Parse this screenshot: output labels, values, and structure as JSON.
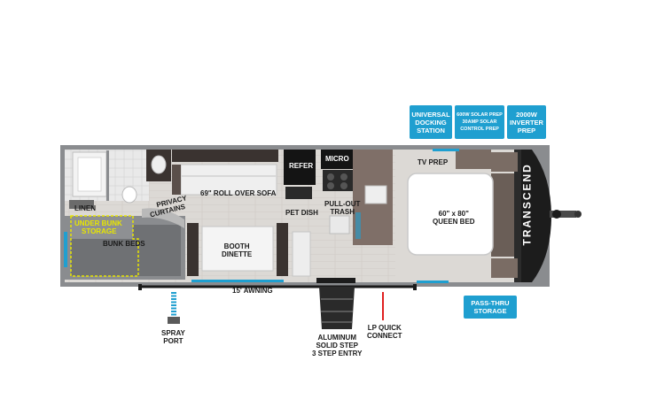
{
  "badges": {
    "universal_docking": [
      "UNIVERSAL",
      "DOCKING",
      "STATION"
    ],
    "solar_prep": [
      "600W SOLAR PREP",
      "30AMP SOLAR",
      "CONTROL PREP"
    ],
    "inverter_prep": [
      "2000W",
      "INVERTER",
      "PREP"
    ],
    "pass_thru": [
      "PASS-THRU",
      "STORAGE"
    ]
  },
  "rooms": {
    "linen": "LINEN",
    "under_bunk_storage": [
      "UNDER BUNK",
      "STORAGE"
    ],
    "privacy_curtains": [
      "PRIVACY",
      "CURTAINS"
    ],
    "bunk_beds": "BUNK BEDS",
    "sofa": "69\" ROLL OVER SOFA",
    "refer": "REFER",
    "micro": "MICRO",
    "pet_dish": "PET DISH",
    "pullout_trash": [
      "PULL-OUT",
      "TRASH"
    ],
    "booth_dinette": [
      "BOOTH",
      "DINETTE"
    ],
    "tv_prep": "TV PREP",
    "queen_bed": [
      "60\" x 80\"",
      "QUEEN BED"
    ],
    "brand": "TRANSCEND"
  },
  "callouts": {
    "awning": "15' AWNING",
    "spray_port": [
      "SPRAY",
      "PORT"
    ],
    "entry_step": [
      "ALUMINUM",
      "SOLID STEP",
      "3 STEP ENTRY"
    ],
    "lp_connect": [
      "LP QUICK",
      "CONNECT"
    ]
  },
  "colors": {
    "badge_blue": "#1f9fd0",
    "floor": "#d9d6d2",
    "wall": "#8a8c8f",
    "bunk_yellow": "#e8e600",
    "cabinet_dark": "#3a3330",
    "bed_frame": "#7a6c64"
  }
}
